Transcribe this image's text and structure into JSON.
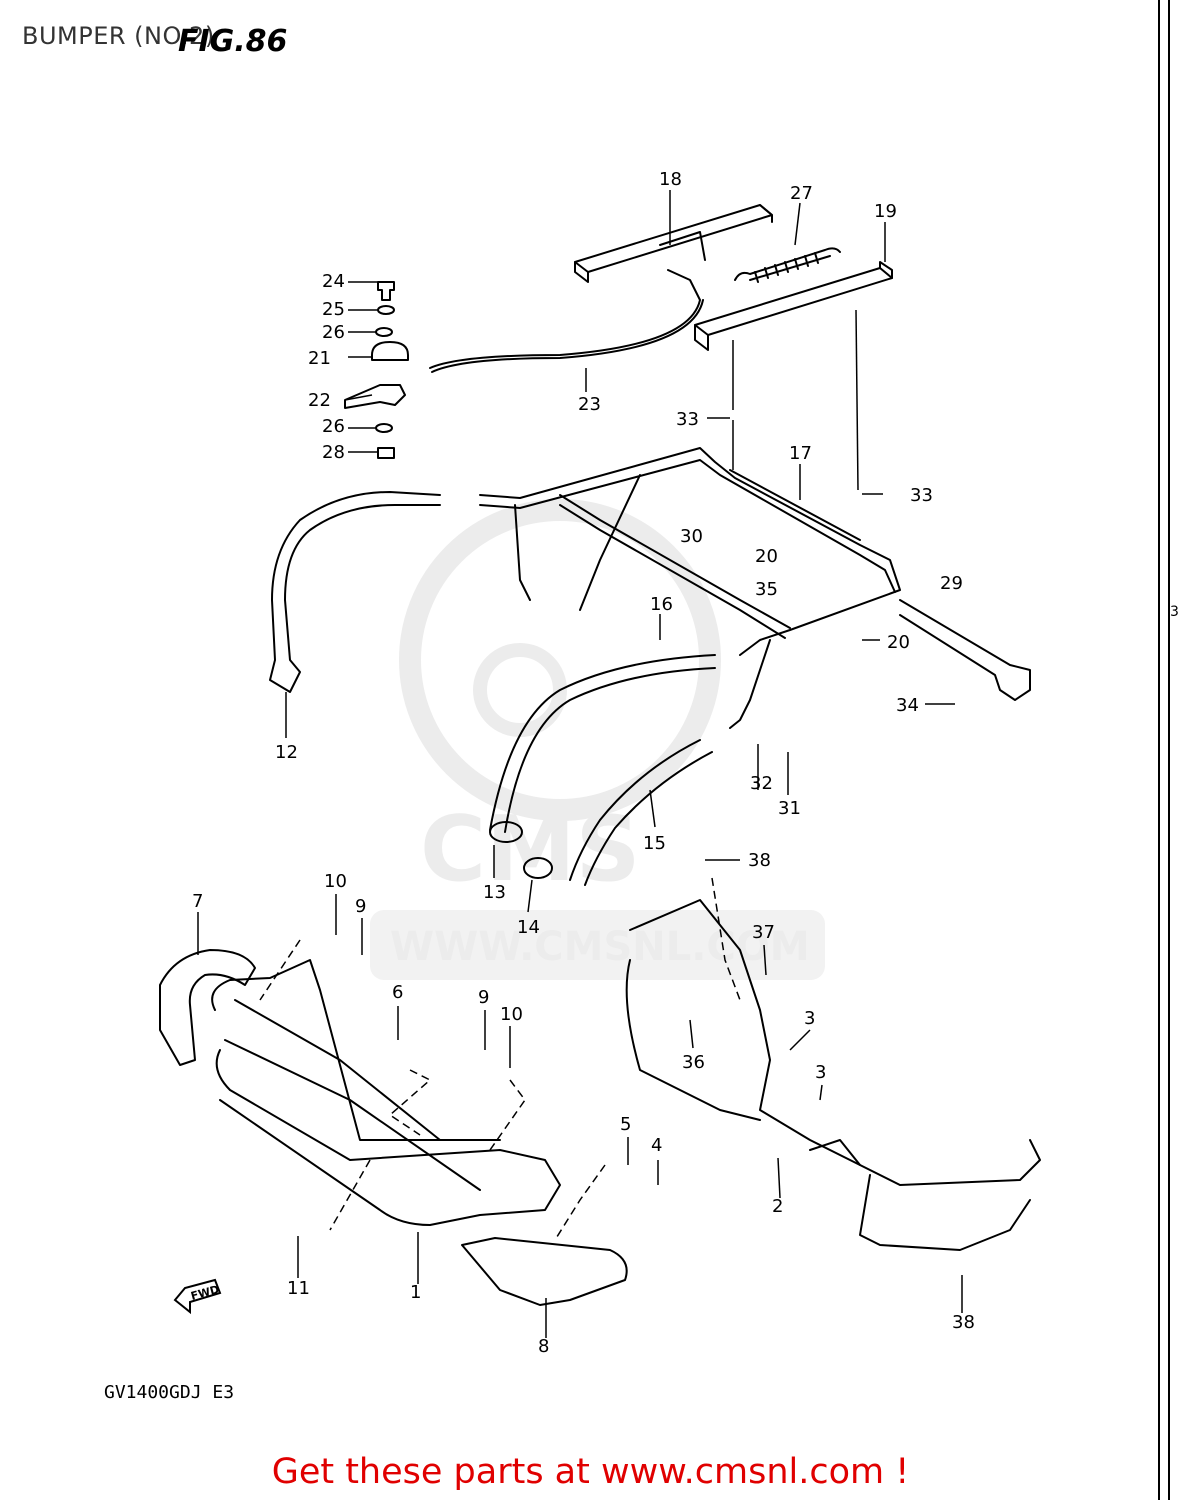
{
  "header": {
    "title": "BUMPER (NO.2)",
    "fig_label": "FIG.86"
  },
  "model_code": "GV1400GDJ E3",
  "watermark": {
    "brand": "CMS",
    "url": "WWW.CMSNL.COM"
  },
  "fwd_label": "FWD",
  "edge_mark": "3",
  "cta": {
    "text": "Get these parts at www.cmsnl.com !"
  },
  "callouts": [
    "1",
    "2",
    "3",
    "3",
    "4",
    "5",
    "6",
    "7",
    "8",
    "9",
    "9",
    "10",
    "10",
    "11",
    "12",
    "13",
    "14",
    "15",
    "16",
    "17",
    "18",
    "19",
    "20",
    "20",
    "21",
    "22",
    "23",
    "24",
    "25",
    "26",
    "26",
    "27",
    "28",
    "29",
    "30",
    "31",
    "32",
    "33",
    "33",
    "34",
    "35",
    "36",
    "37",
    "38",
    "38"
  ],
  "colors": {
    "line": "#000000",
    "watermark": "#e6e6e6",
    "cta": "#e00000"
  }
}
